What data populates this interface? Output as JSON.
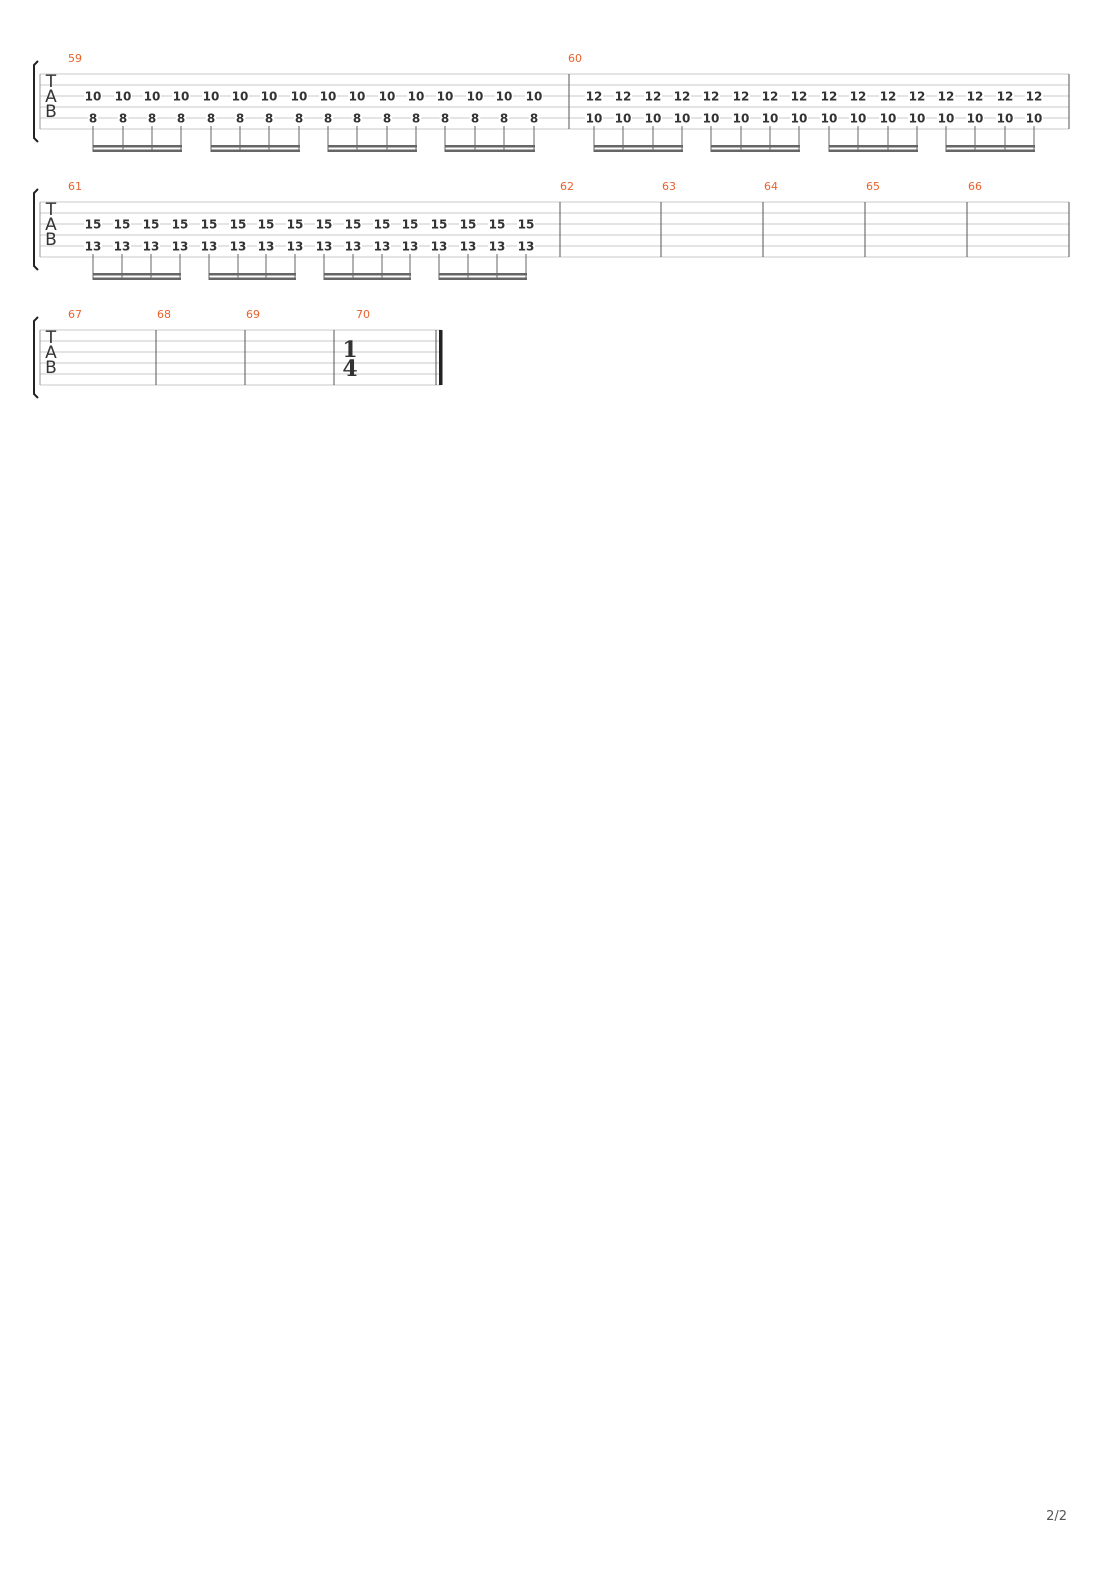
{
  "tab_clef": [
    "T",
    "A",
    "B"
  ],
  "systems": [
    {
      "measures": [
        {
          "number": "59",
          "groups": [
            {
              "top": [
                "10",
                "10",
                "10",
                "10"
              ],
              "bottom": [
                "8",
                "8",
                "8",
                "8"
              ]
            },
            {
              "top": [
                "10",
                "10",
                "10",
                "10"
              ],
              "bottom": [
                "8",
                "8",
                "8",
                "8"
              ]
            },
            {
              "top": [
                "10",
                "10",
                "10",
                "10"
              ],
              "bottom": [
                "8",
                "8",
                "8",
                "8"
              ]
            },
            {
              "top": [
                "10",
                "10",
                "10",
                "10"
              ],
              "bottom": [
                "8",
                "8",
                "8",
                "8"
              ]
            }
          ]
        },
        {
          "number": "60",
          "groups": [
            {
              "top": [
                "12",
                "12",
                "12",
                "12"
              ],
              "bottom": [
                "10",
                "10",
                "10",
                "10"
              ]
            },
            {
              "top": [
                "12",
                "12",
                "12",
                "12"
              ],
              "bottom": [
                "10",
                "10",
                "10",
                "10"
              ]
            },
            {
              "top": [
                "12",
                "12",
                "12",
                "12"
              ],
              "bottom": [
                "10",
                "10",
                "10",
                "10"
              ]
            },
            {
              "top": [
                "12",
                "12",
                "12",
                "12"
              ],
              "bottom": [
                "10",
                "10",
                "10",
                "10"
              ]
            }
          ]
        }
      ]
    },
    {
      "measures": [
        {
          "number": "61",
          "groups": [
            {
              "top": [
                "15",
                "15",
                "15",
                "15"
              ],
              "bottom": [
                "13",
                "13",
                "13",
                "13"
              ]
            },
            {
              "top": [
                "15",
                "15",
                "15",
                "15"
              ],
              "bottom": [
                "13",
                "13",
                "13",
                "13"
              ]
            },
            {
              "top": [
                "15",
                "15",
                "15",
                "15"
              ],
              "bottom": [
                "13",
                "13",
                "13",
                "13"
              ]
            },
            {
              "top": [
                "15",
                "15",
                "15",
                "15"
              ],
              "bottom": [
                "13",
                "13",
                "13",
                "13"
              ]
            }
          ]
        },
        {
          "number": "62",
          "groups": []
        },
        {
          "number": "63",
          "groups": []
        },
        {
          "number": "64",
          "groups": []
        },
        {
          "number": "65",
          "groups": []
        },
        {
          "number": "66",
          "groups": []
        }
      ]
    },
    {
      "measures": [
        {
          "number": "67",
          "groups": []
        },
        {
          "number": "68",
          "groups": []
        },
        {
          "number": "69",
          "groups": []
        },
        {
          "number": "70",
          "groups": [],
          "time_signature": {
            "numerator": "1",
            "denominator": "4"
          }
        }
      ],
      "final_barline": true
    }
  ],
  "page_number": "2/2",
  "colors": {
    "measure_number": "#e8622c",
    "staff_line": "#c8c8c8",
    "barline": "#555555",
    "fret_text": "#333333",
    "beam": "#666666"
  }
}
